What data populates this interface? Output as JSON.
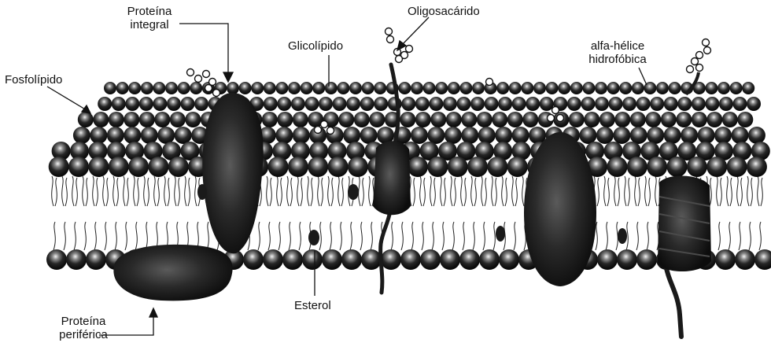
{
  "diagram": {
    "labels": {
      "integral_protein_line1": "Proteína",
      "integral_protein_line2": "integral",
      "oligosaccharide": "Oligosacárido",
      "glycolipid": "Glicolípido",
      "alpha_helix_line1": "alfa-hélice",
      "alpha_helix_line2": "hidrofóbica",
      "phospholipid": "Fosfolípido",
      "peripheral_protein_line1": "Proteína",
      "peripheral_protein_line2": "periférica",
      "sterol": "Esterol"
    },
    "colors": {
      "lipid_head": "#1a1a1a",
      "lipid_highlight": "#e8e8e8",
      "protein": "#1c1c1c",
      "carbohydrate": "#ffffff",
      "tail": "#222222"
    }
  }
}
